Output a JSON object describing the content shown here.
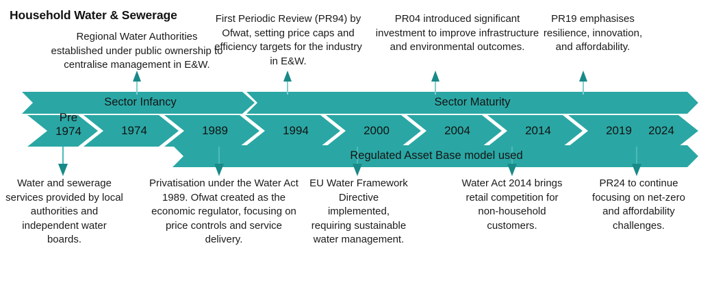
{
  "title": "Household Water & Sewerage",
  "colors": {
    "teal": "#2aa7a4",
    "teal_dark": "#1f9693",
    "arrow_stem": "#7fcecd",
    "arrow_head": "#188a87",
    "text": "#1a1a1a"
  },
  "bands": [
    {
      "label": "Sector Infancy"
    },
    {
      "label": "Sector Maturity"
    }
  ],
  "base_band": {
    "label": "Regulated Asset Base model used"
  },
  "milestones": [
    {
      "year": "Pre\n1974"
    },
    {
      "year": "1974"
    },
    {
      "year": "1989"
    },
    {
      "year": "1994"
    },
    {
      "year": "2000"
    },
    {
      "year": "2004"
    },
    {
      "year": "2014"
    },
    {
      "year": "2019"
    },
    {
      "year": "2024"
    }
  ],
  "year_labels": {
    "pre1974_line1": "Pre",
    "pre1974_line2": "1974",
    "y1974": "1974",
    "y1989": "1989",
    "y1994": "1994",
    "y2000": "2000",
    "y2004": "2004",
    "y2014": "2014",
    "y2019": "2019",
    "y2024": "2024"
  },
  "callouts_top": [
    {
      "key": "c1974",
      "text": "Regional Water Authorities established under public ownership to centralise management in E&W."
    },
    {
      "key": "c1994",
      "text": "First Periodic Review (PR94) by Ofwat, setting price caps and efficiency targets for the industry in E&W."
    },
    {
      "key": "c2004",
      "text": "PR04 introduced significant investment to improve infrastructure and environmental outcomes."
    },
    {
      "key": "c2019",
      "text": "PR19 emphasises resilience, innovation, and affordability."
    }
  ],
  "callouts_bottom": [
    {
      "key": "cpre1974",
      "text": "Water and sewerage services provided by local authorities and independent water boards."
    },
    {
      "key": "c1989",
      "text": "Privatisation under the Water Act 1989. Ofwat created as the economic regulator, focusing on price controls and service delivery."
    },
    {
      "key": "c2000",
      "text": "EU Water Framework Directive implemented, requiring sustainable water management."
    },
    {
      "key": "c2014",
      "text": "Water Act 2014 brings retail competition for non-household customers."
    },
    {
      "key": "c2024",
      "text": "PR24 to continue focusing on net-zero and affordability challenges."
    }
  ]
}
